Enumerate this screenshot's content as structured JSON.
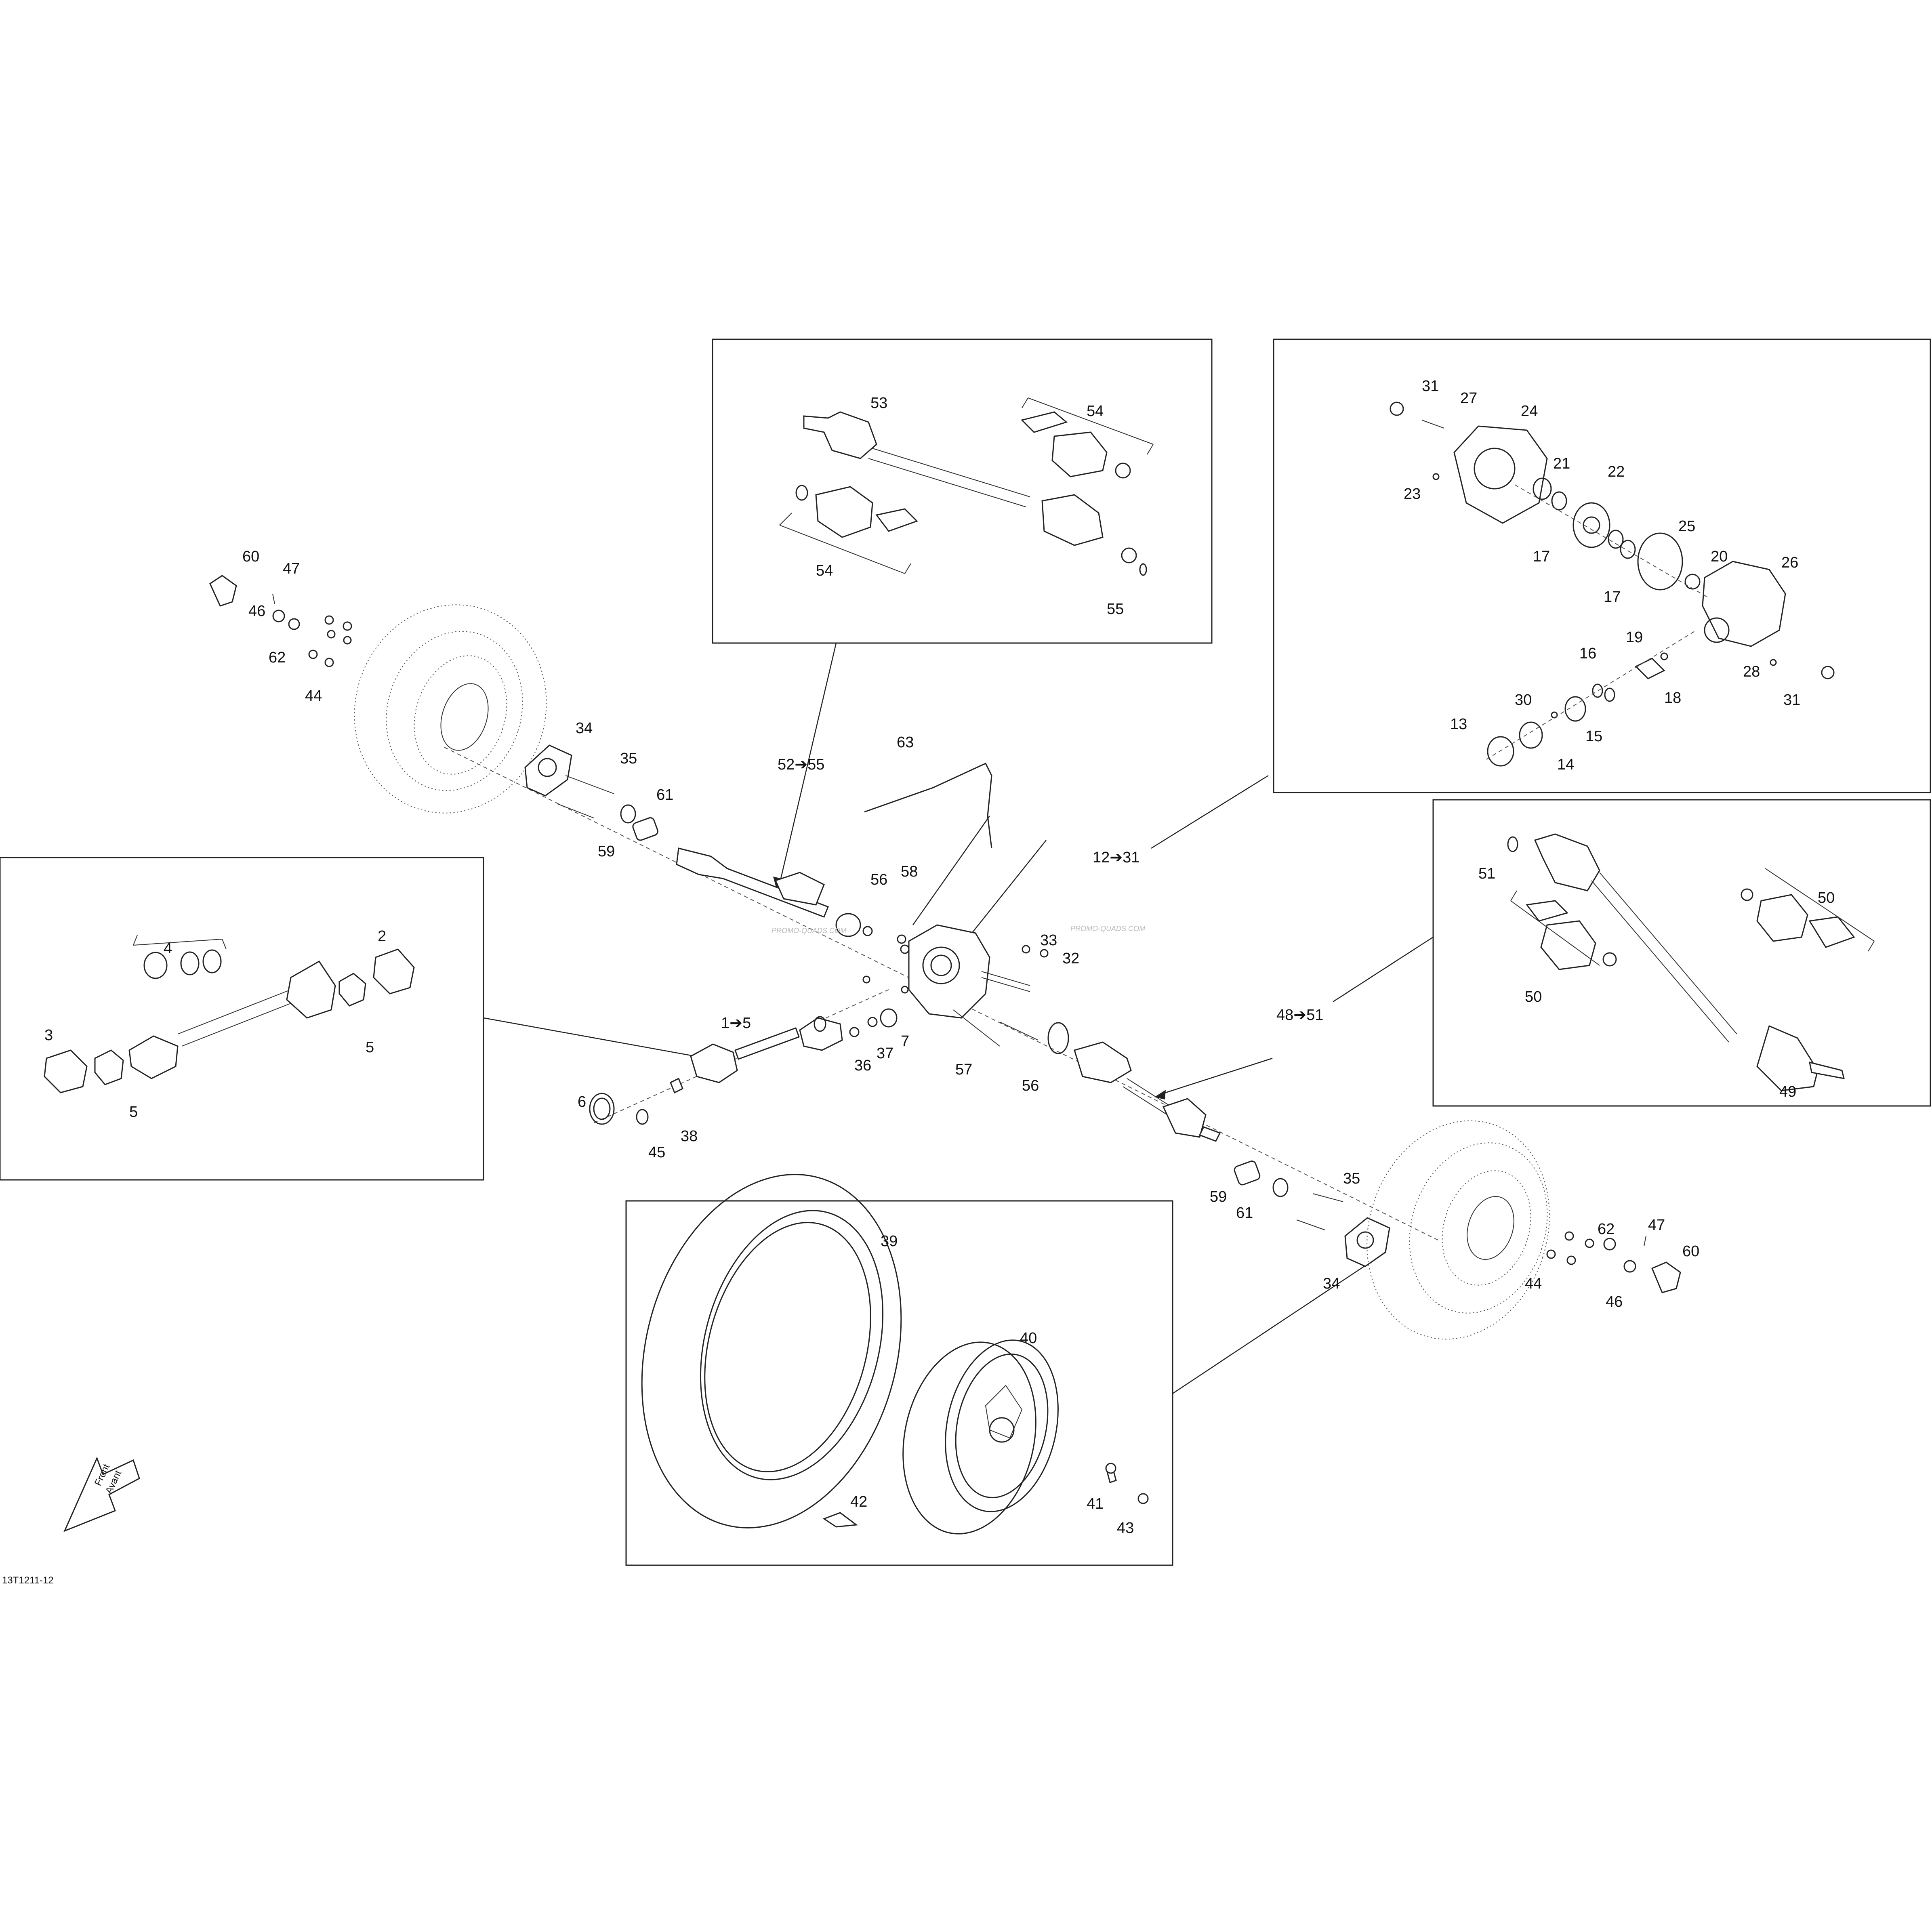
{
  "diagram": {
    "code": "13T1211-12",
    "arrow_text_line1": "Front",
    "arrow_text_line2": "Avant",
    "watermark": "PROMO-QUADS.COM",
    "callouts": {
      "c60a": "60",
      "c47a": "47",
      "c46a": "46",
      "c62a": "62",
      "c44a": "44",
      "c34a": "34",
      "c35a": "35",
      "c61a": "61",
      "c59a": "59",
      "c53": "53",
      "c54a": "54",
      "c54b": "54",
      "c55": "55",
      "c63": "63",
      "c52_55": "52➔55",
      "c56a": "56",
      "c58": "58",
      "c31a": "31",
      "c27": "27",
      "c24": "24",
      "c21": "21",
      "c22": "22",
      "c23": "23",
      "c17a": "17",
      "c17b": "17",
      "c25": "25",
      "c20": "20",
      "c26": "26",
      "c19": "19",
      "c16": "16",
      "c18": "18",
      "c28": "28",
      "c31b": "31",
      "c30": "30",
      "c15": "15",
      "c13": "13",
      "c14": "14",
      "c12_31": "12➔31",
      "c4": "4",
      "c2": "2",
      "c3": "3",
      "c5a": "5",
      "c5b": "5",
      "c1_5": "1➔5",
      "c33": "33",
      "c32": "32",
      "c36": "36",
      "c37": "37",
      "c7": "7",
      "c57": "57",
      "c56b": "56",
      "c6": "6",
      "c45": "45",
      "c38": "38",
      "c51": "51",
      "c50a": "50",
      "c50b": "50",
      "c49": "49",
      "c48_51": "48➔51",
      "c59b": "59",
      "c61b": "61",
      "c35b": "35",
      "c34b": "34",
      "c39": "39",
      "c40": "40",
      "c41": "41",
      "c42": "42",
      "c43": "43",
      "c62b": "62",
      "c47b": "47",
      "c44b": "44",
      "c46b": "46",
      "c60b": "60"
    }
  }
}
